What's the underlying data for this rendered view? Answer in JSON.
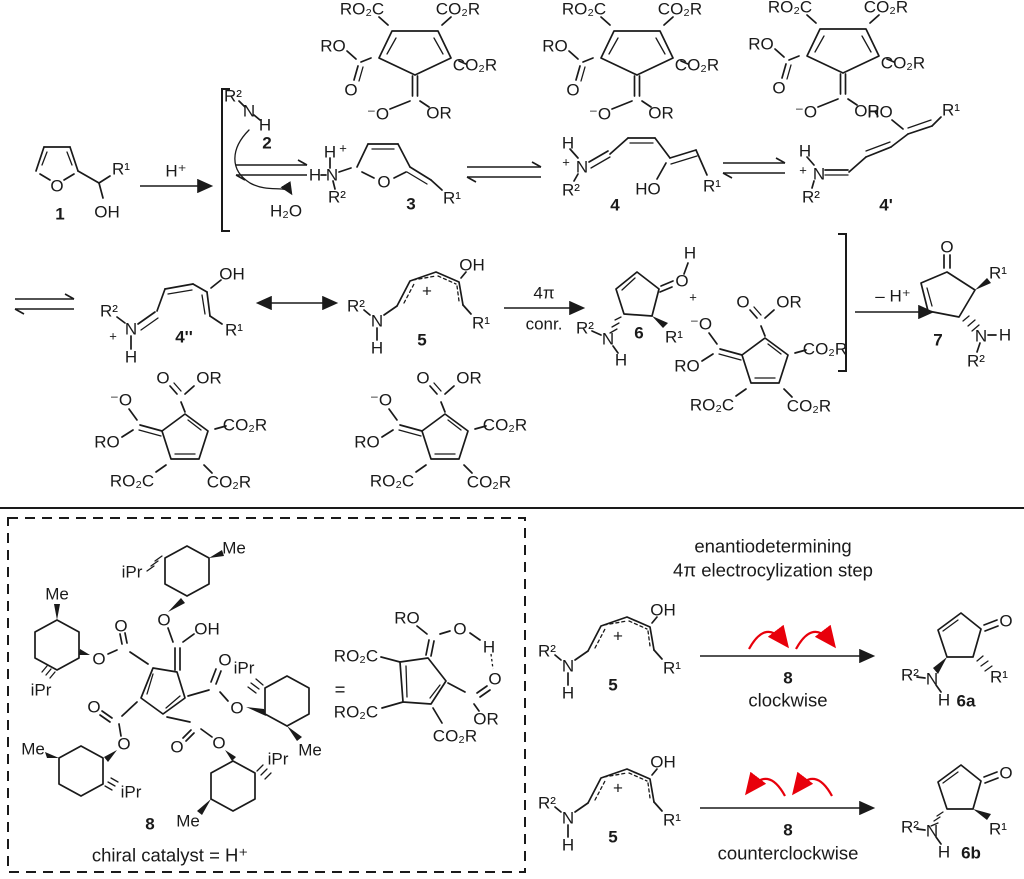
{
  "palette": {
    "ink": "#1a1a1a",
    "red_arrow": "#e8000b",
    "background": "#ffffff"
  },
  "frag": {
    "ro2c": "RO₂C",
    "co2r": "CO₂R",
    "ro": "RO",
    "or": "OR",
    "o": "O",
    "o_neg": "⁻O",
    "oh": "OH",
    "ho": "HO",
    "h": "H",
    "n": "N",
    "plus": "+",
    "r1": "R¹",
    "r2": "R²",
    "me": "Me",
    "ipr": "iPr",
    "h2o": "H₂O",
    "equals": "="
  },
  "num": {
    "c1": "1",
    "c2": "2",
    "c3": "3",
    "c4": "4",
    "c4p": "4'",
    "c4pp": "4''",
    "c5": "5",
    "c6": "6",
    "c7": "7",
    "c8": "8",
    "c6a": "6a",
    "c6b": "6b"
  },
  "arrow": {
    "h_plus": "H⁺",
    "four_pi": "4π",
    "conr": "conr.",
    "minus_h": "– H⁺",
    "cat": "8",
    "cw": "clockwise",
    "ccw": "counterclockwise"
  },
  "caption": {
    "enantio1": "enantiodetermining",
    "enantio2": "4π electrocylization step",
    "chiral": "chiral catalyst = H⁺"
  }
}
